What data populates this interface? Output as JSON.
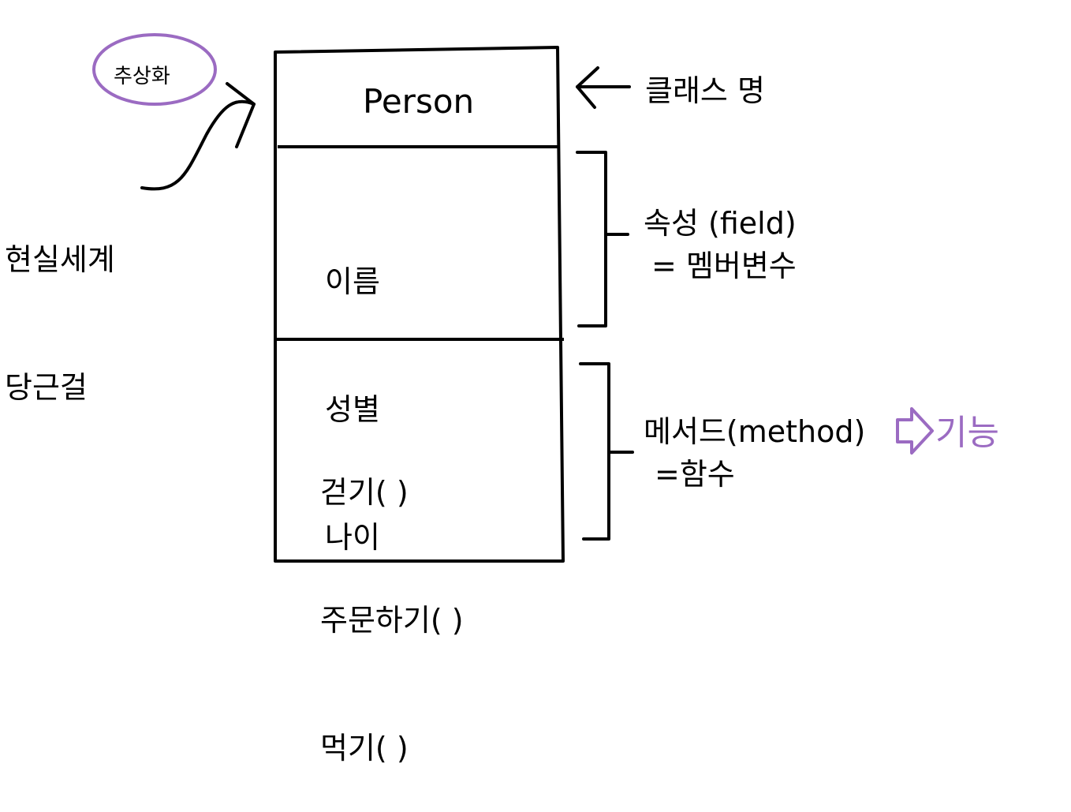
{
  "class_box": {
    "name": "Person",
    "fields": [
      "이름",
      "성별",
      "나이"
    ],
    "methods": [
      "걷기( )",
      "주문하기( )",
      "먹기( )"
    ]
  },
  "annotations": {
    "class_name_label": "클래스 명",
    "attribute_label": "속성 (field)",
    "attribute_equiv": "= 멤버변수",
    "method_label": "메서드(method)",
    "method_equiv": "=함수",
    "reality_lines": [
      "현실세계",
      "당근걸"
    ],
    "abstraction_label": "추상화",
    "function_label": "기능"
  },
  "colors": {
    "ink": "#000000",
    "highlight": "#9b6bc2",
    "background": "#ffffff"
  }
}
